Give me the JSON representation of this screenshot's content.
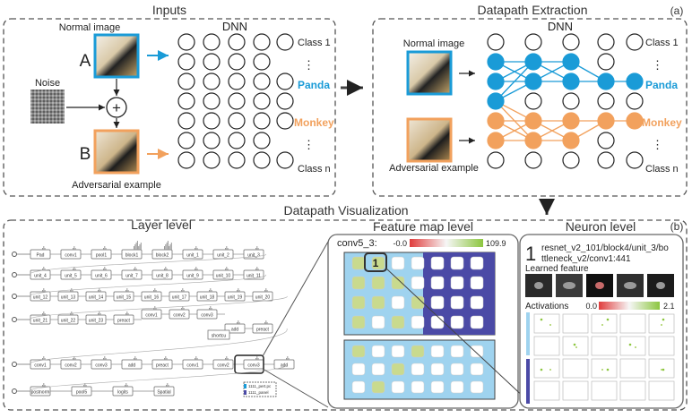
{
  "inputs_panel": {
    "title": "Inputs",
    "dnn_label": "DNN",
    "normal_label": "Normal image",
    "noise_label": "Noise",
    "adversarial_label": "Adversarial example",
    "letter_a": "A",
    "letter_b": "B",
    "plus": "+",
    "class_1": "Class 1",
    "class_n": "Class n",
    "panda": "Panda",
    "monkey": "Monkey",
    "dots": "⋮"
  },
  "datapath_panel": {
    "title": "Datapath Extraction",
    "tag": "(a)",
    "dnn_label": "DNN",
    "normal_label": "Normal image",
    "adversarial_label": "Adversarial example",
    "class_1": "Class 1",
    "class_n": "Class n",
    "panda": "Panda",
    "monkey": "Monkey",
    "dots": "⋮"
  },
  "visualization": {
    "title": "Datapath Visualization",
    "tag": "(b)",
    "layer_title": "Layer level",
    "feature_title": "Feature map level",
    "neuron_title": "Neuron level",
    "conv_label": "conv5_3:",
    "fm_min": "-0.0",
    "fm_max": "109.9",
    "badge": "1",
    "neuron_number": "1",
    "neuron_path_1": "resnet_v2_101/block4/unit_3/bo",
    "neuron_path_2": "ttleneck_v2/conv1:441",
    "learned_feature": "Learned feature",
    "activations": "Activations",
    "act_min": "0.0",
    "act_max": "2.1"
  },
  "layer_rows": [
    [
      "Pad",
      "conv1",
      "pool1",
      "block1",
      "block2",
      "unit_1",
      "unit_2",
      "unit_3"
    ],
    [
      "unit_4",
      "unit_5",
      "unit_6",
      "unit_7",
      "unit_8",
      "unit_9",
      "unit_10",
      "unit_11"
    ],
    [
      "unit_12",
      "unit_13",
      "unit_14",
      "unit_15",
      "unit_16",
      "unit_17",
      "unit_18",
      "unit_19",
      "unit_20"
    ],
    [
      "unit_21",
      "unit_22",
      "unit_23",
      "preact",
      "conv1",
      "conv2",
      "conv3",
      "add",
      "preact"
    ],
    [
      "conv1",
      "conv2",
      "conv3",
      "add",
      "preact",
      "conv1",
      "conv2",
      "conv3",
      "add"
    ],
    [
      "postnorm",
      "pool5",
      "logits",
      "Spatial"
    ]
  ],
  "layer_extra": {
    "shortcut": "shortcu",
    "legend_1": "1111_pert.pc",
    "legend_2": "1111_panel"
  },
  "colors": {
    "blue": "#1a9bd7",
    "orange": "#f2a15d",
    "dark_purple": "#4b4aa6",
    "light_blue": "#9fd3ef",
    "green_cell": "#c9da8e"
  }
}
